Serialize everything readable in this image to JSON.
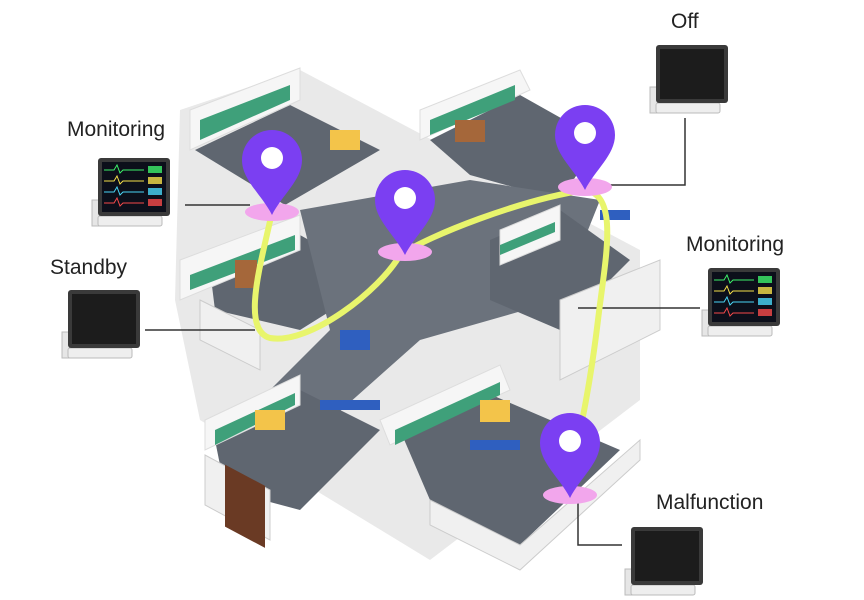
{
  "devices": [
    {
      "id": "off",
      "status": "Off",
      "screen": "off"
    },
    {
      "id": "monitoring-left",
      "status": "Monitoring",
      "screen": "on"
    },
    {
      "id": "standby",
      "status": "Standby",
      "screen": "off"
    },
    {
      "id": "monitoring-right",
      "status": "Monitoring",
      "screen": "on"
    },
    {
      "id": "malfunction",
      "status": "Malfunction",
      "screen": "off"
    }
  ],
  "colors": {
    "pin": "#7b3ff2",
    "pin_base": "#f2a6ec",
    "route": "#e8f56c",
    "floor": "#5f6670",
    "wall": "#f4f4f4",
    "wall_accent": "#3fa07a"
  }
}
